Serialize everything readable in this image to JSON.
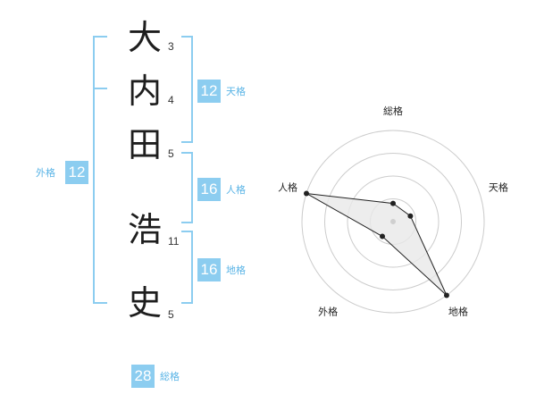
{
  "name": {
    "characters": [
      {
        "char": "大",
        "strokes": "3"
      },
      {
        "char": "内",
        "strokes": "4"
      },
      {
        "char": "田",
        "strokes": "5"
      },
      {
        "char": "浩",
        "strokes": "11"
      },
      {
        "char": "史",
        "strokes": "5"
      }
    ]
  },
  "scores": {
    "tenkaku": {
      "value": "12",
      "label": "天格"
    },
    "jinkaku": {
      "value": "16",
      "label": "人格"
    },
    "chikaku": {
      "value": "16",
      "label": "地格"
    },
    "gaikaku": {
      "value": "12",
      "label": "外格"
    },
    "soukaku": {
      "value": "28",
      "label": "総格"
    }
  },
  "chart_data": {
    "type": "radar",
    "axes": [
      "総格",
      "天格",
      "地格",
      "外格",
      "人格"
    ],
    "values": [
      0.2,
      0.2,
      1.0,
      0.2,
      1.0
    ],
    "rings": 4,
    "colors": {
      "fill": "#e9e9e9",
      "line": "#222222",
      "grid": "#cccccc",
      "accent": "#8ccdf0"
    }
  }
}
